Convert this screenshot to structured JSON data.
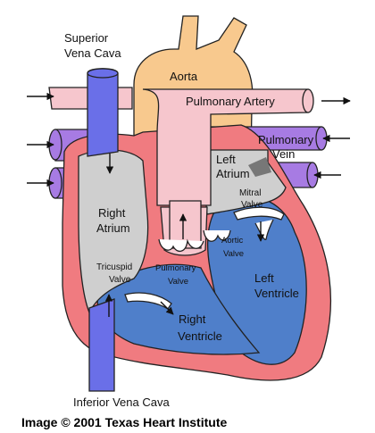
{
  "diagram": {
    "labels": {
      "superior_vena_cava": [
        "Superior",
        "Vena Cava"
      ],
      "aorta": "Aorta",
      "pulmonary_artery": "Pulmonary Artery",
      "pulmonary_vein": [
        "Pulmonary",
        "Vein"
      ],
      "left_atrium": [
        "Left",
        "Atrium"
      ],
      "mitral_valve": [
        "Mitral",
        "Valve"
      ],
      "right_atrium": [
        "Right",
        "Atrium"
      ],
      "aortic_valve": [
        "Aortic",
        "Valve"
      ],
      "left_ventricle": [
        "Left",
        "Ventricle"
      ],
      "tricuspid_valve": [
        "Tricuspid",
        "Valve"
      ],
      "pulmonary_valve": [
        "Pulmonary",
        "Valve"
      ],
      "right_ventricle": [
        "Right",
        "Ventricle"
      ],
      "inferior_vena_cava": "Inferior Vena Cava"
    },
    "credit": "Image © 2001 Texas Heart Institute",
    "colors": {
      "vena_cava": "#6a6fe8",
      "aorta": "#f8c98e",
      "pulmonary_artery": "#f6c6cd",
      "pulmonary_vein": "#a77be3",
      "heart_wall": "#f07b80",
      "left_chambers": "#4f7fca",
      "atrium_gray": "#cfcfcf",
      "valve": "#ffffff"
    }
  }
}
